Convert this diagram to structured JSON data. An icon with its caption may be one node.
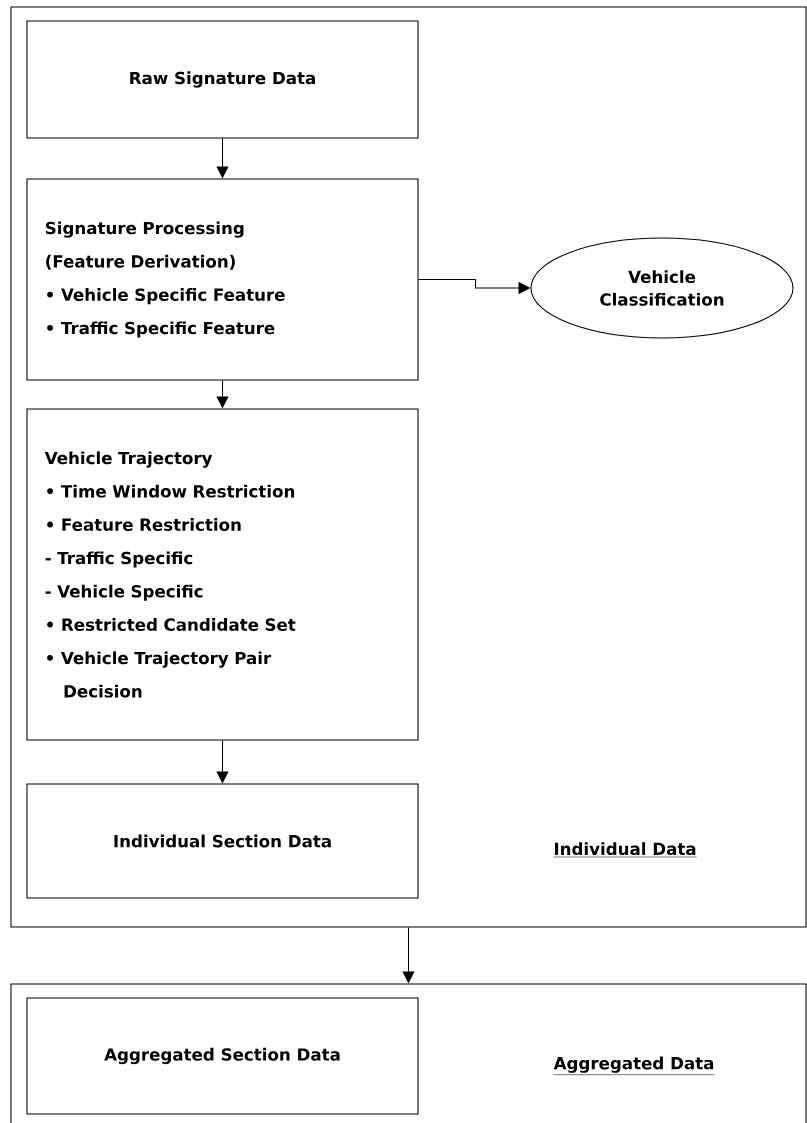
{
  "diagram": {
    "nodes": [
      {
        "text": [
          "Individual Data"
        ]
      },
      {
        "text": [
          "Raw Signature Data"
        ],
        "in": 0
      },
      {
        "text": [
          "Signature Processing (Feature Derivation)",
          "• Vehicle Specific Feature",
          "• Traffic Specific Feature"
        ],
        "in": 0
      },
      {
        "text": [
          "Vehicle Classification"
        ],
        "in": 0
      },
      {
        "text": [
          "Vehicle Trajectory",
          "• Time Window Restriction",
          "• Feature Restriction",
          "- Traffic Specific",
          "- Vehicle Specific",
          "• Restricted Candidate Set",
          "• Vehicle Trajectory Pair Decision"
        ],
        "in": 0
      },
      {
        "text": [
          "Individual Section Data"
        ],
        "in": 0
      },
      {
        "text": [
          "Aggregated Data"
        ]
      },
      {
        "text": [
          "Aggregated Section Data"
        ],
        "in": 6
      }
    ],
    "edges": [
      {
        "from": 1,
        "to": 2,
        "arrow": "to"
      },
      {
        "from": 2,
        "to": 3,
        "arrow": "to"
      },
      {
        "from": 2,
        "to": 4,
        "arrow": "to"
      },
      {
        "from": 4,
        "to": 5,
        "arrow": "to"
      },
      {
        "from": 0,
        "to": 6,
        "arrow": "to"
      }
    ]
  }
}
